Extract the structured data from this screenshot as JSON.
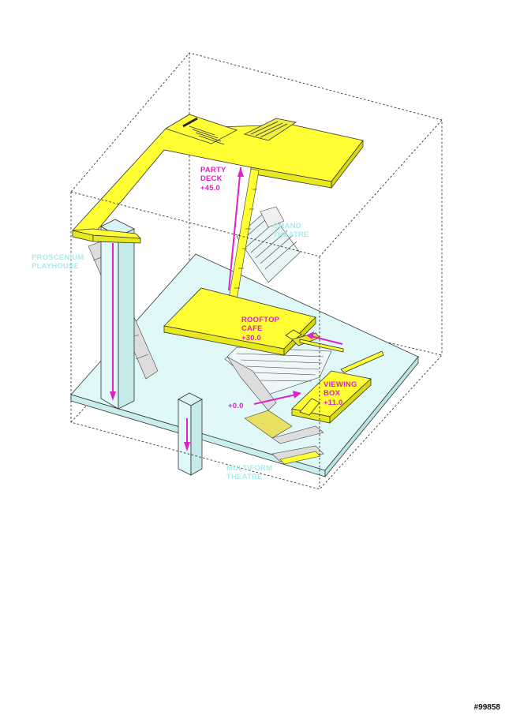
{
  "colors": {
    "yellow": "#ffff33",
    "cyan_floor": "#e0f8f8",
    "cyan_label": "#a8ecec",
    "magenta": "#e020c8",
    "outline": "#333333"
  },
  "labels": {
    "party_deck": [
      "PARTY",
      "DECK",
      "+45.0"
    ],
    "rooftop_cafe": [
      "ROOFTOP",
      "CAFE",
      "+30.0"
    ],
    "viewing_box": [
      "VIEWING",
      "BOX",
      "+11.0"
    ],
    "ground": "+0.0",
    "grand_theatre": [
      "GRAND",
      "THEATRE"
    ],
    "proscenium_playhouse": [
      "PROSCENIUM",
      "PLAYHOUSE"
    ],
    "multiform_theatre": [
      "MULTIFORM",
      "THEATRE"
    ]
  },
  "image_code": "#99858"
}
